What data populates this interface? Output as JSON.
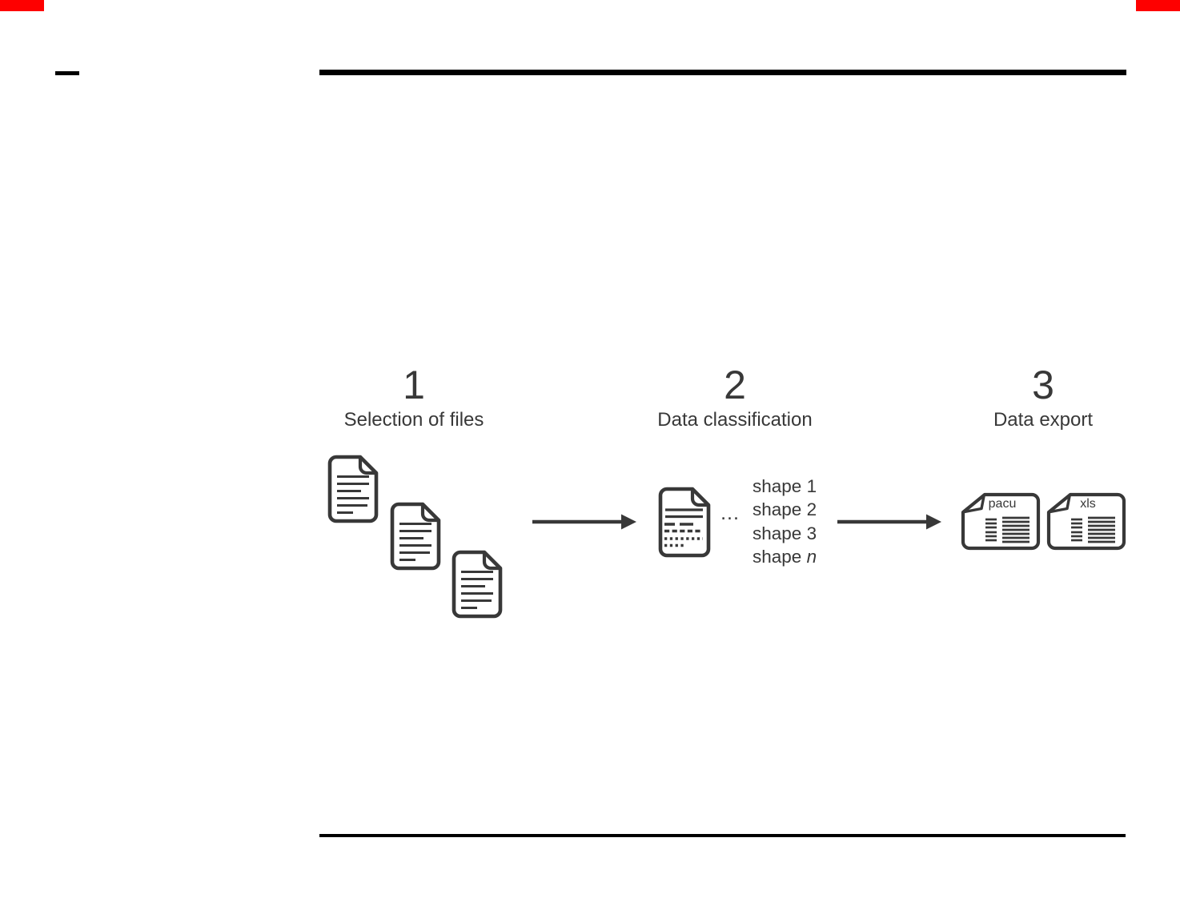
{
  "colors": {
    "background": "#ffffff",
    "ink": "#383838",
    "rule": "#000000",
    "corner_mark": "#fe0000"
  },
  "steps": [
    {
      "number": "1",
      "label": "Selection of files"
    },
    {
      "number": "2",
      "label": "Data classification"
    },
    {
      "number": "3",
      "label": "Data export"
    }
  ],
  "classification": {
    "ellipsis": "...",
    "shapes": [
      {
        "prefix": "shape ",
        "value": "1"
      },
      {
        "prefix": "shape ",
        "value": "2"
      },
      {
        "prefix": "shape ",
        "value": "3"
      },
      {
        "prefix": "shape ",
        "value": "n"
      }
    ]
  },
  "export_files": [
    {
      "label": "pacu"
    },
    {
      "label": "xls"
    }
  ],
  "icons": {
    "source_document": "document-icon",
    "classified_document": "classified-document-icon",
    "arrow": "arrow-right-icon",
    "export_file": "export-file-icon"
  }
}
